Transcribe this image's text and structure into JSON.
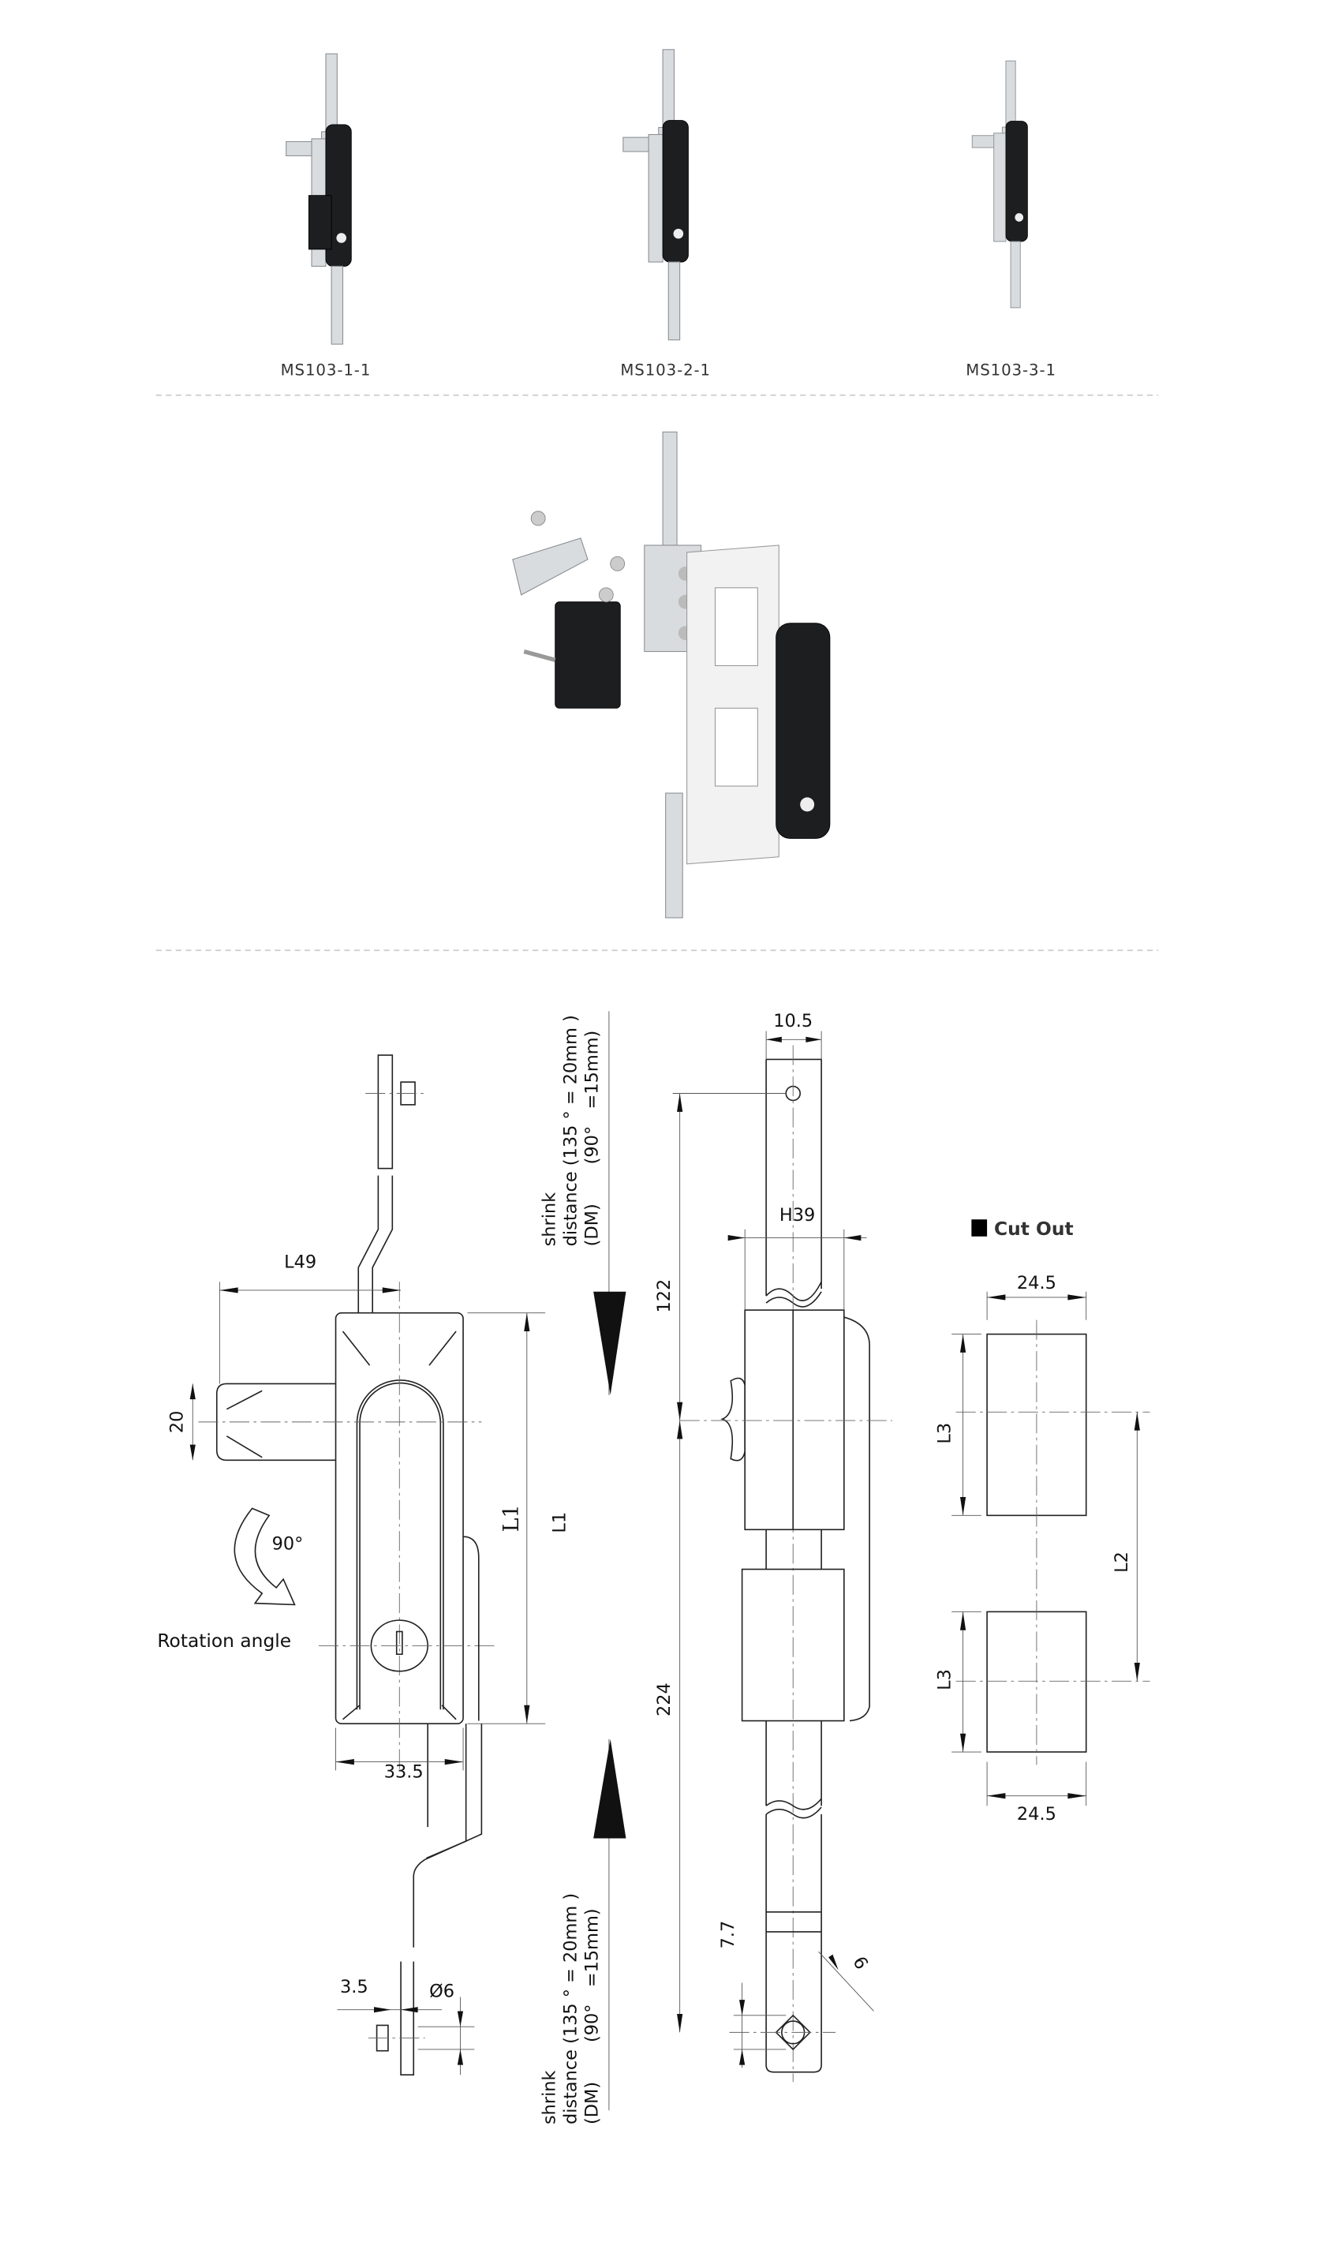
{
  "products": [
    {
      "label": "MS103-1-1"
    },
    {
      "label": "MS103-2-1"
    },
    {
      "label": "MS103-3-1"
    }
  ],
  "drawing": {
    "dim_L49": "L49",
    "dim_20": "20",
    "dim_L1_serif": "L1",
    "dim_L1": "L1",
    "rotation_value": "90°",
    "rotation_label": "Rotation angle",
    "dim_33_5": "33.5",
    "dim_3_5": "3.5",
    "dim_d6": "Ø6",
    "shrink_line1": "shrink",
    "shrink_line2": "distance (135 ° = 20mm )",
    "shrink_line3": "(DM)       (90°   =15mm)",
    "dim_10_5": "10.5",
    "dim_H39": "H39",
    "dim_122": "122",
    "dim_224": "224",
    "dim_7_7": "7.7",
    "dim_6": "6",
    "cutout_title": "Cut Out",
    "cutout_width_top": "24.5",
    "cutout_width_bottom": "24.5",
    "dim_L3_top": "L3",
    "dim_L3_bottom": "L3",
    "dim_L2": "L2"
  }
}
